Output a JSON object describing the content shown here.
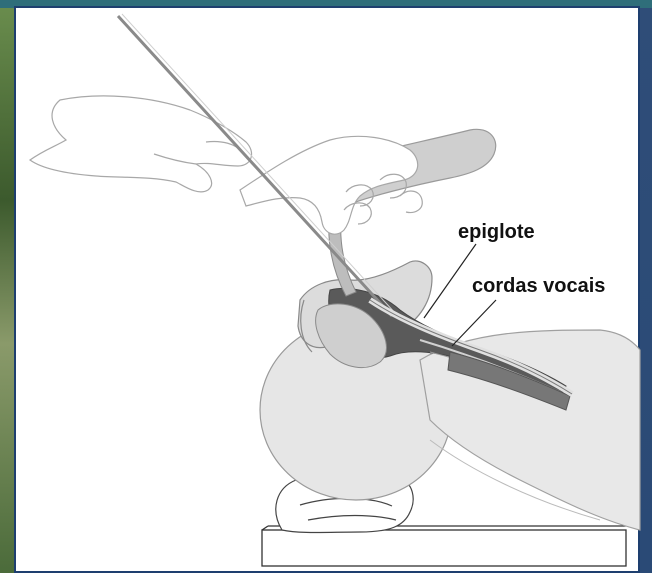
{
  "labels": {
    "epiglote": "epiglote",
    "cordas_vocais": "cordas vocais"
  },
  "colors": {
    "panel_border": "#1e3f6f",
    "outline": "#9a9a9a",
    "airway_dark": "#555555",
    "tissue_light": "#d8d8d8"
  },
  "icons": {
    "frame": "illustration-frame"
  }
}
